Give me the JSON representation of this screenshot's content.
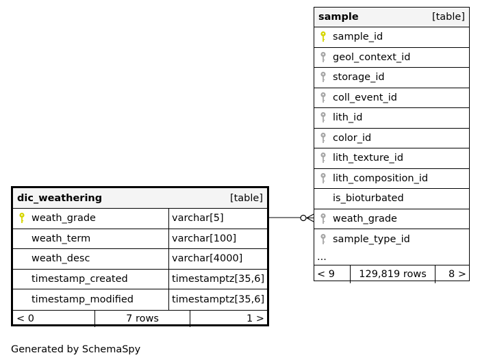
{
  "tables": {
    "sample": {
      "name": "sample",
      "kind": "[table]",
      "columns": [
        {
          "name": "sample_id",
          "key": "primary"
        },
        {
          "name": "geol_context_id",
          "key": "foreign"
        },
        {
          "name": "storage_id",
          "key": "foreign"
        },
        {
          "name": "coll_event_id",
          "key": "foreign"
        },
        {
          "name": "lith_id",
          "key": "foreign"
        },
        {
          "name": "color_id",
          "key": "foreign"
        },
        {
          "name": "lith_texture_id",
          "key": "foreign"
        },
        {
          "name": "lith_composition_id",
          "key": "foreign"
        },
        {
          "name": "is_bioturbated",
          "key": "none"
        },
        {
          "name": "weath_grade",
          "key": "foreign"
        },
        {
          "name": "sample_type_id",
          "key": "foreign"
        }
      ],
      "ellipsis": "...",
      "footer": {
        "left": "< 9",
        "center": "129,819 rows",
        "right": "8 >"
      }
    },
    "dic_weathering": {
      "name": "dic_weathering",
      "kind": "[table]",
      "columns": [
        {
          "name": "weath_grade",
          "type": "varchar[5]",
          "key": "primary"
        },
        {
          "name": "weath_term",
          "type": "varchar[100]",
          "key": "none"
        },
        {
          "name": "weath_desc",
          "type": "varchar[4000]",
          "key": "none"
        },
        {
          "name": "timestamp_created",
          "type": "timestamptz[35,6]",
          "key": "none"
        },
        {
          "name": "timestamp_modified",
          "type": "timestamptz[35,6]",
          "key": "none"
        }
      ],
      "footer": {
        "left": "< 0",
        "center": "7 rows",
        "right": "1 >"
      }
    }
  },
  "caption": "Generated by SchemaSpy",
  "colors": {
    "primary_key": "#d6d600",
    "foreign_key": "#a8a8a8",
    "header_bg": "#f4f4f4"
  },
  "icons": {
    "primary": "primary-key-icon",
    "foreign": "foreign-key-icon"
  }
}
